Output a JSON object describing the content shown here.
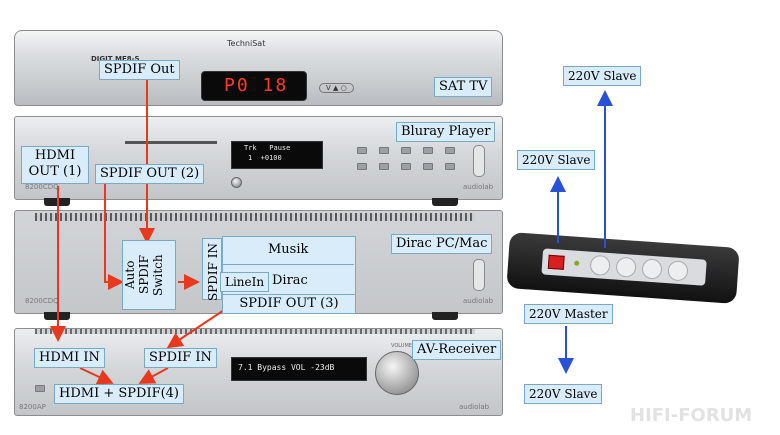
{
  "devices": {
    "sat": {
      "brand": "TechniSat",
      "model": "DIGIT MF8-S",
      "display": "P0 18",
      "mode_buttons": "V ▲ ○"
    },
    "bluray": {
      "display_line1": "Trk   Pause",
      "display_line2": "1  +0100",
      "brand": "audiolab",
      "series": "8200CDQ"
    },
    "dirac": {
      "brand": "audiolab",
      "series": "8200CDQ"
    },
    "avr": {
      "display": "7.1 Bypass VOL -23dB",
      "brand": "audiolab",
      "series": "8200AP",
      "knob_label": "VOLUME"
    }
  },
  "labels": {
    "spdif_out_sat": "SPDIF Out",
    "sat_tv": "SAT TV",
    "bluray_player": "Bluray Player",
    "hdmi_out": "HDMI OUT (1)",
    "spdif_out_2": "SPDIF OUT (2)",
    "dirac_pc": "Dirac PC/Mac",
    "auto_spdif_switch": "Auto SPDIF Switch",
    "spdif_in_dirac": "SPDIF IN",
    "musik": "Musik",
    "linein": "LineIn",
    "dirac": "Dirac",
    "spdif_out_3": "SPDIF OUT (3)",
    "hdmi_in": "HDMI IN",
    "spdif_in_avr": "SPDIF IN",
    "av_receiver": "AV-Receiver",
    "hdmi_spdif": "HDMI + SPDIF(4)",
    "slave_top": "220V Slave",
    "slave_mid": "220V Slave",
    "master": "220V Master",
    "slave_bottom": "220V Slave"
  },
  "watermark": "HIFI-FORUM",
  "colors": {
    "label_bg": "#d8ecfa",
    "signal_arrow": "#e8391f",
    "power_arrow": "#2850d8",
    "display_text": "#ff3b1f"
  }
}
